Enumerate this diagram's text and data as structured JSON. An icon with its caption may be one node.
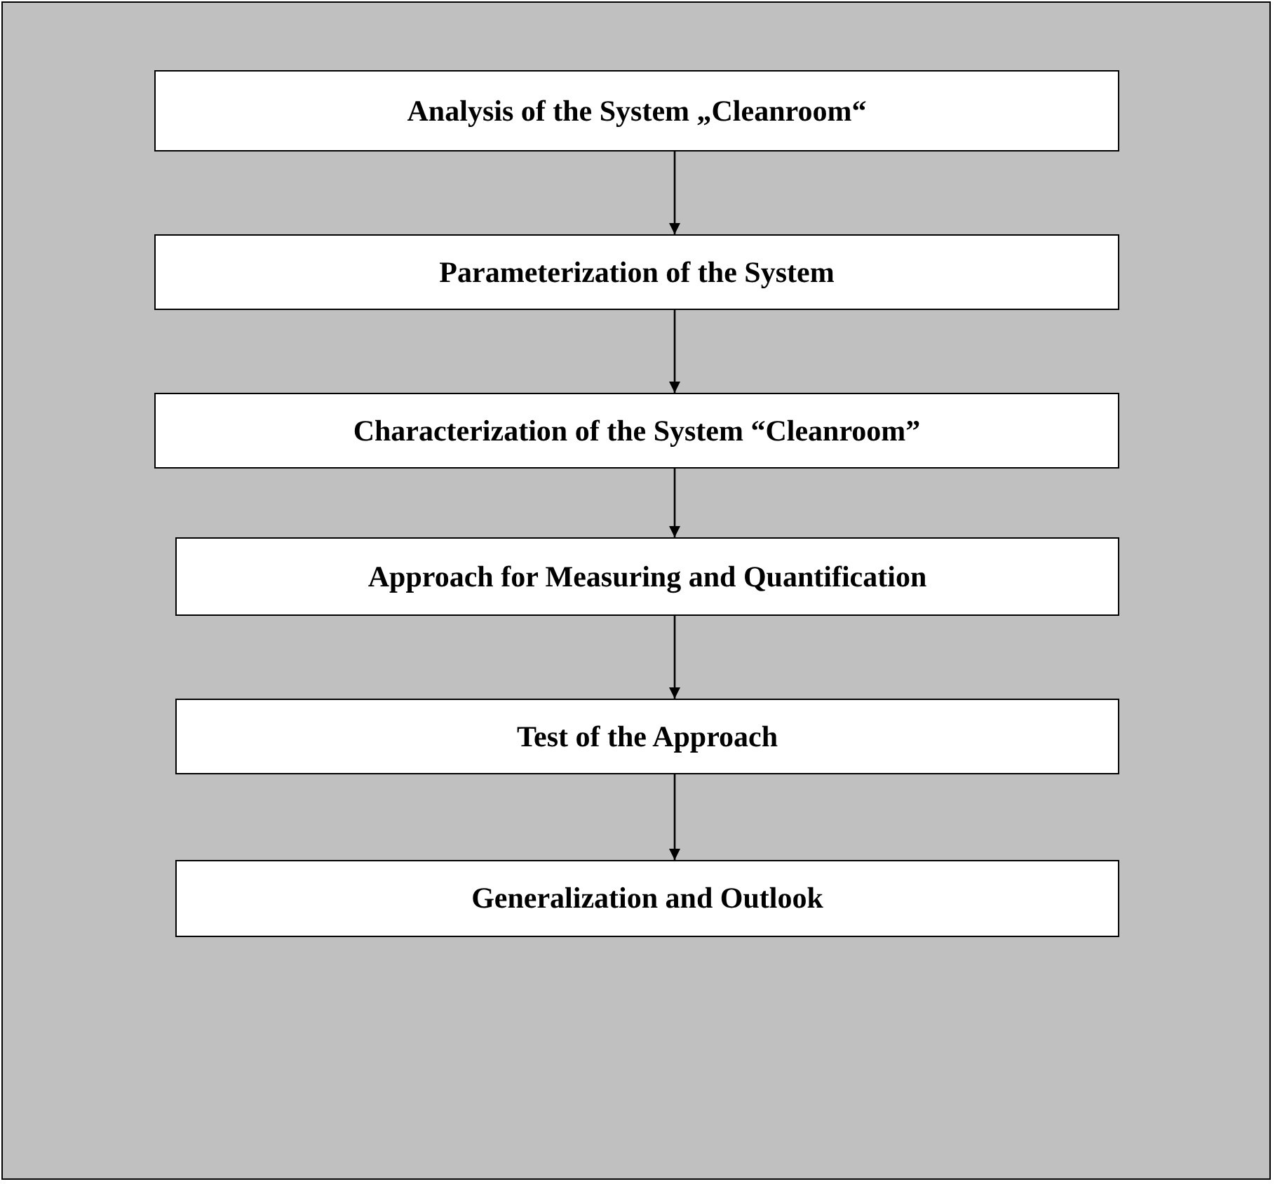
{
  "diagram": {
    "nodes": [
      {
        "text": [
          "Analysis of the System „Cleanroom“"
        ]
      },
      {
        "text": [
          "Parameterization of the System"
        ]
      },
      {
        "text": [
          "Characterization of the System “Cleanroom”"
        ]
      },
      {
        "text": [
          "Approach for Measuring and Quantification"
        ]
      },
      {
        "text": [
          "Test of the Approach"
        ]
      },
      {
        "text": [
          "Generalization and Outlook"
        ]
      }
    ],
    "edges": [
      {
        "from": 0,
        "to": 1,
        "arrow": "to"
      },
      {
        "from": 1,
        "to": 2,
        "arrow": "to"
      },
      {
        "from": 2,
        "to": 3,
        "arrow": "to"
      },
      {
        "from": 3,
        "to": 4,
        "arrow": "to"
      },
      {
        "from": 4,
        "to": 5,
        "arrow": "to"
      }
    ]
  }
}
